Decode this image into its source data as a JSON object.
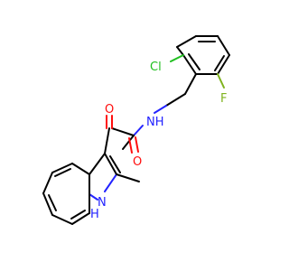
{
  "molecule": {
    "atoms": {
      "cl": {
        "text": "Cl",
        "color": "#1fbf1f"
      },
      "f": {
        "text": "F",
        "color": "#7fb21e"
      },
      "nh_amide": {
        "text": "NH",
        "color": "#2323ff"
      },
      "o_keto": {
        "text": "O",
        "color": "#ff0d0d"
      },
      "o_amide": {
        "text": "O",
        "color": "#ff0d0d"
      },
      "nh_indole": {
        "text": "H",
        "color": "#2323ff"
      },
      "n_indole": {
        "text": "N",
        "color": "#2323ff"
      }
    }
  }
}
